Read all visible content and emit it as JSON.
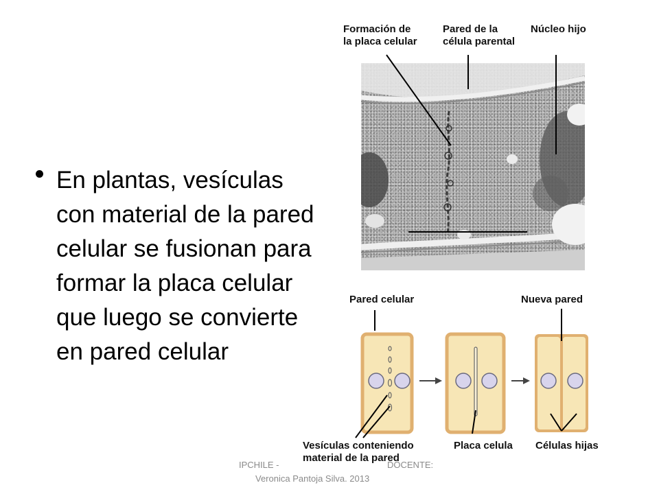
{
  "bullet": {
    "text": "En plantas, vesículas con material de la pared celular se fusionan para formar la placa celular que luego se convierte en pared celular"
  },
  "micrograph": {
    "labels": {
      "plate_formation_line1": "Formación de",
      "plate_formation_line2": "la placa celular",
      "parent_wall_line1": "Pared de la",
      "parent_wall_line2": "célula parental",
      "daughter_nucleus": "Núcleo hijo"
    }
  },
  "diagram": {
    "labels": {
      "cell_wall": "Pared celular",
      "new_wall": "Nueva pared",
      "vesicles_line1": "Vesículas conteniendo",
      "vesicles_line2": "material de la pared",
      "cell_plate": "Placa celula",
      "daughter_cells": "Células hijas"
    },
    "colors": {
      "cell_fill": "#f7e6b6",
      "cell_border": "#e0b070",
      "nucleus_fill": "#d8d4ec",
      "arrow": "#444444"
    }
  },
  "footer": {
    "part1": "IPCHILE -",
    "part2": "DOCENTE:",
    "line2": "Veronica Pantoja Silva. 2013"
  }
}
